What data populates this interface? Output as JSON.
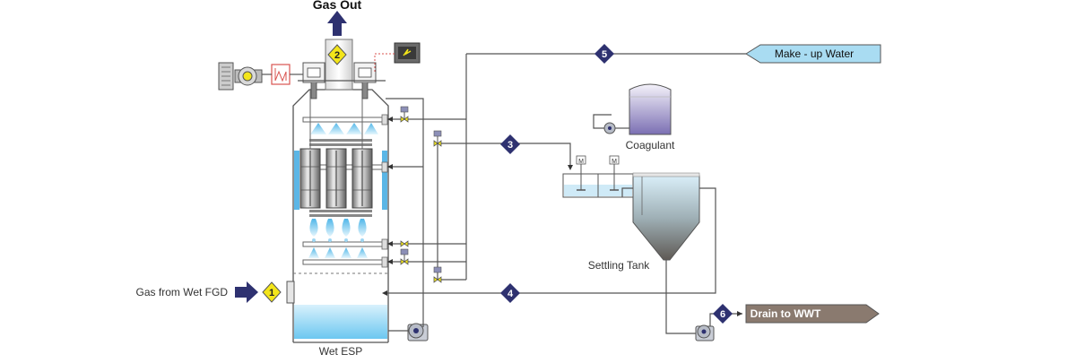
{
  "diagram": {
    "gas_out_label": "Gas Out",
    "gas_in_label": "Gas from Wet FGD",
    "make_up_water_label": "Make - up Water",
    "coagulant_label": "Coagulant",
    "settling_tank_label": "Settling Tank",
    "drain_label": "Drain to WWT",
    "wet_esp_label": "Wet ESP",
    "motor_label": "M",
    "badges": [
      "1",
      "2",
      "3",
      "4",
      "5",
      "6"
    ]
  },
  "colors": {
    "navy": "#2e3170",
    "yellow": "#f3e51a",
    "light_blue": "#a9dcf2",
    "water_blue": "#7fd0f2",
    "drain_brown": "#8a7a6f",
    "settling_sludge": "#6f6a63",
    "coagulant_purple": "#8479b8"
  },
  "icons": [
    "fan-icon",
    "heater-icon",
    "monitor-icon",
    "pump-icon",
    "valve-icon",
    "motor-icon",
    "arrow-icon"
  ]
}
